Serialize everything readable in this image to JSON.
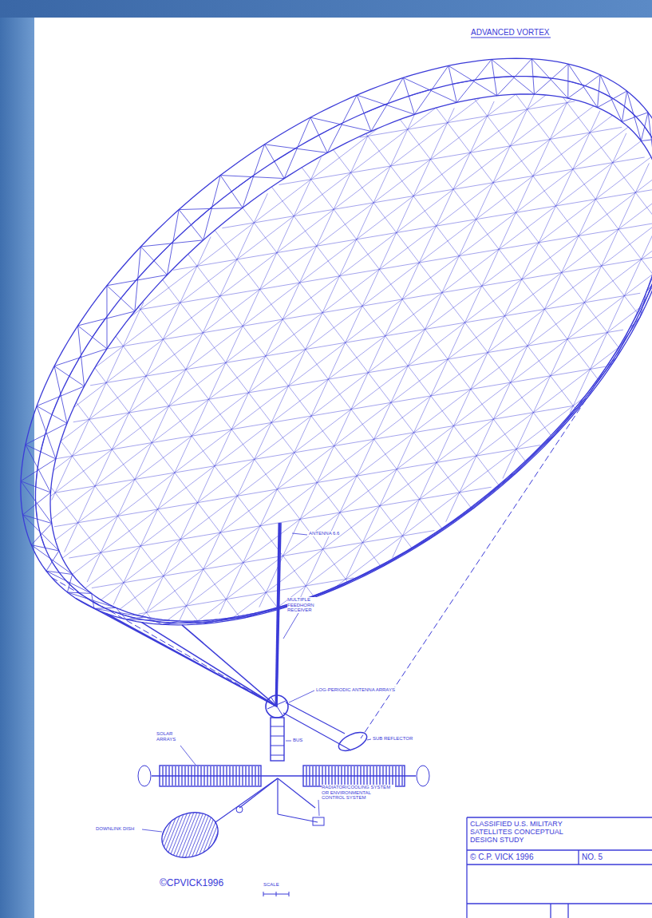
{
  "diagram": {
    "title": "ADVANCED VORTEX",
    "labels": [
      "ANTENNA 6.6",
      "MULTIPLE FEEDHORN RECEIVER",
      "LOG-PERIODIC ANTENNA ARRAYS",
      "SUB REFLECTOR",
      "SOLAR ARRAYS",
      "BUS",
      "RADIATOR/COOLING SYSTEM OR ENVIRONMENTAL CONTROL SYSTEM",
      "DOWNLINK DISH",
      "©CPVICK1996",
      "SCALE",
      "CLASSIFIED U.S. MILITARY SATELLITES CONCEPTUAL DESIGN STUDY",
      "© C.P. VICK 1996",
      "NO. 5"
    ]
  }
}
